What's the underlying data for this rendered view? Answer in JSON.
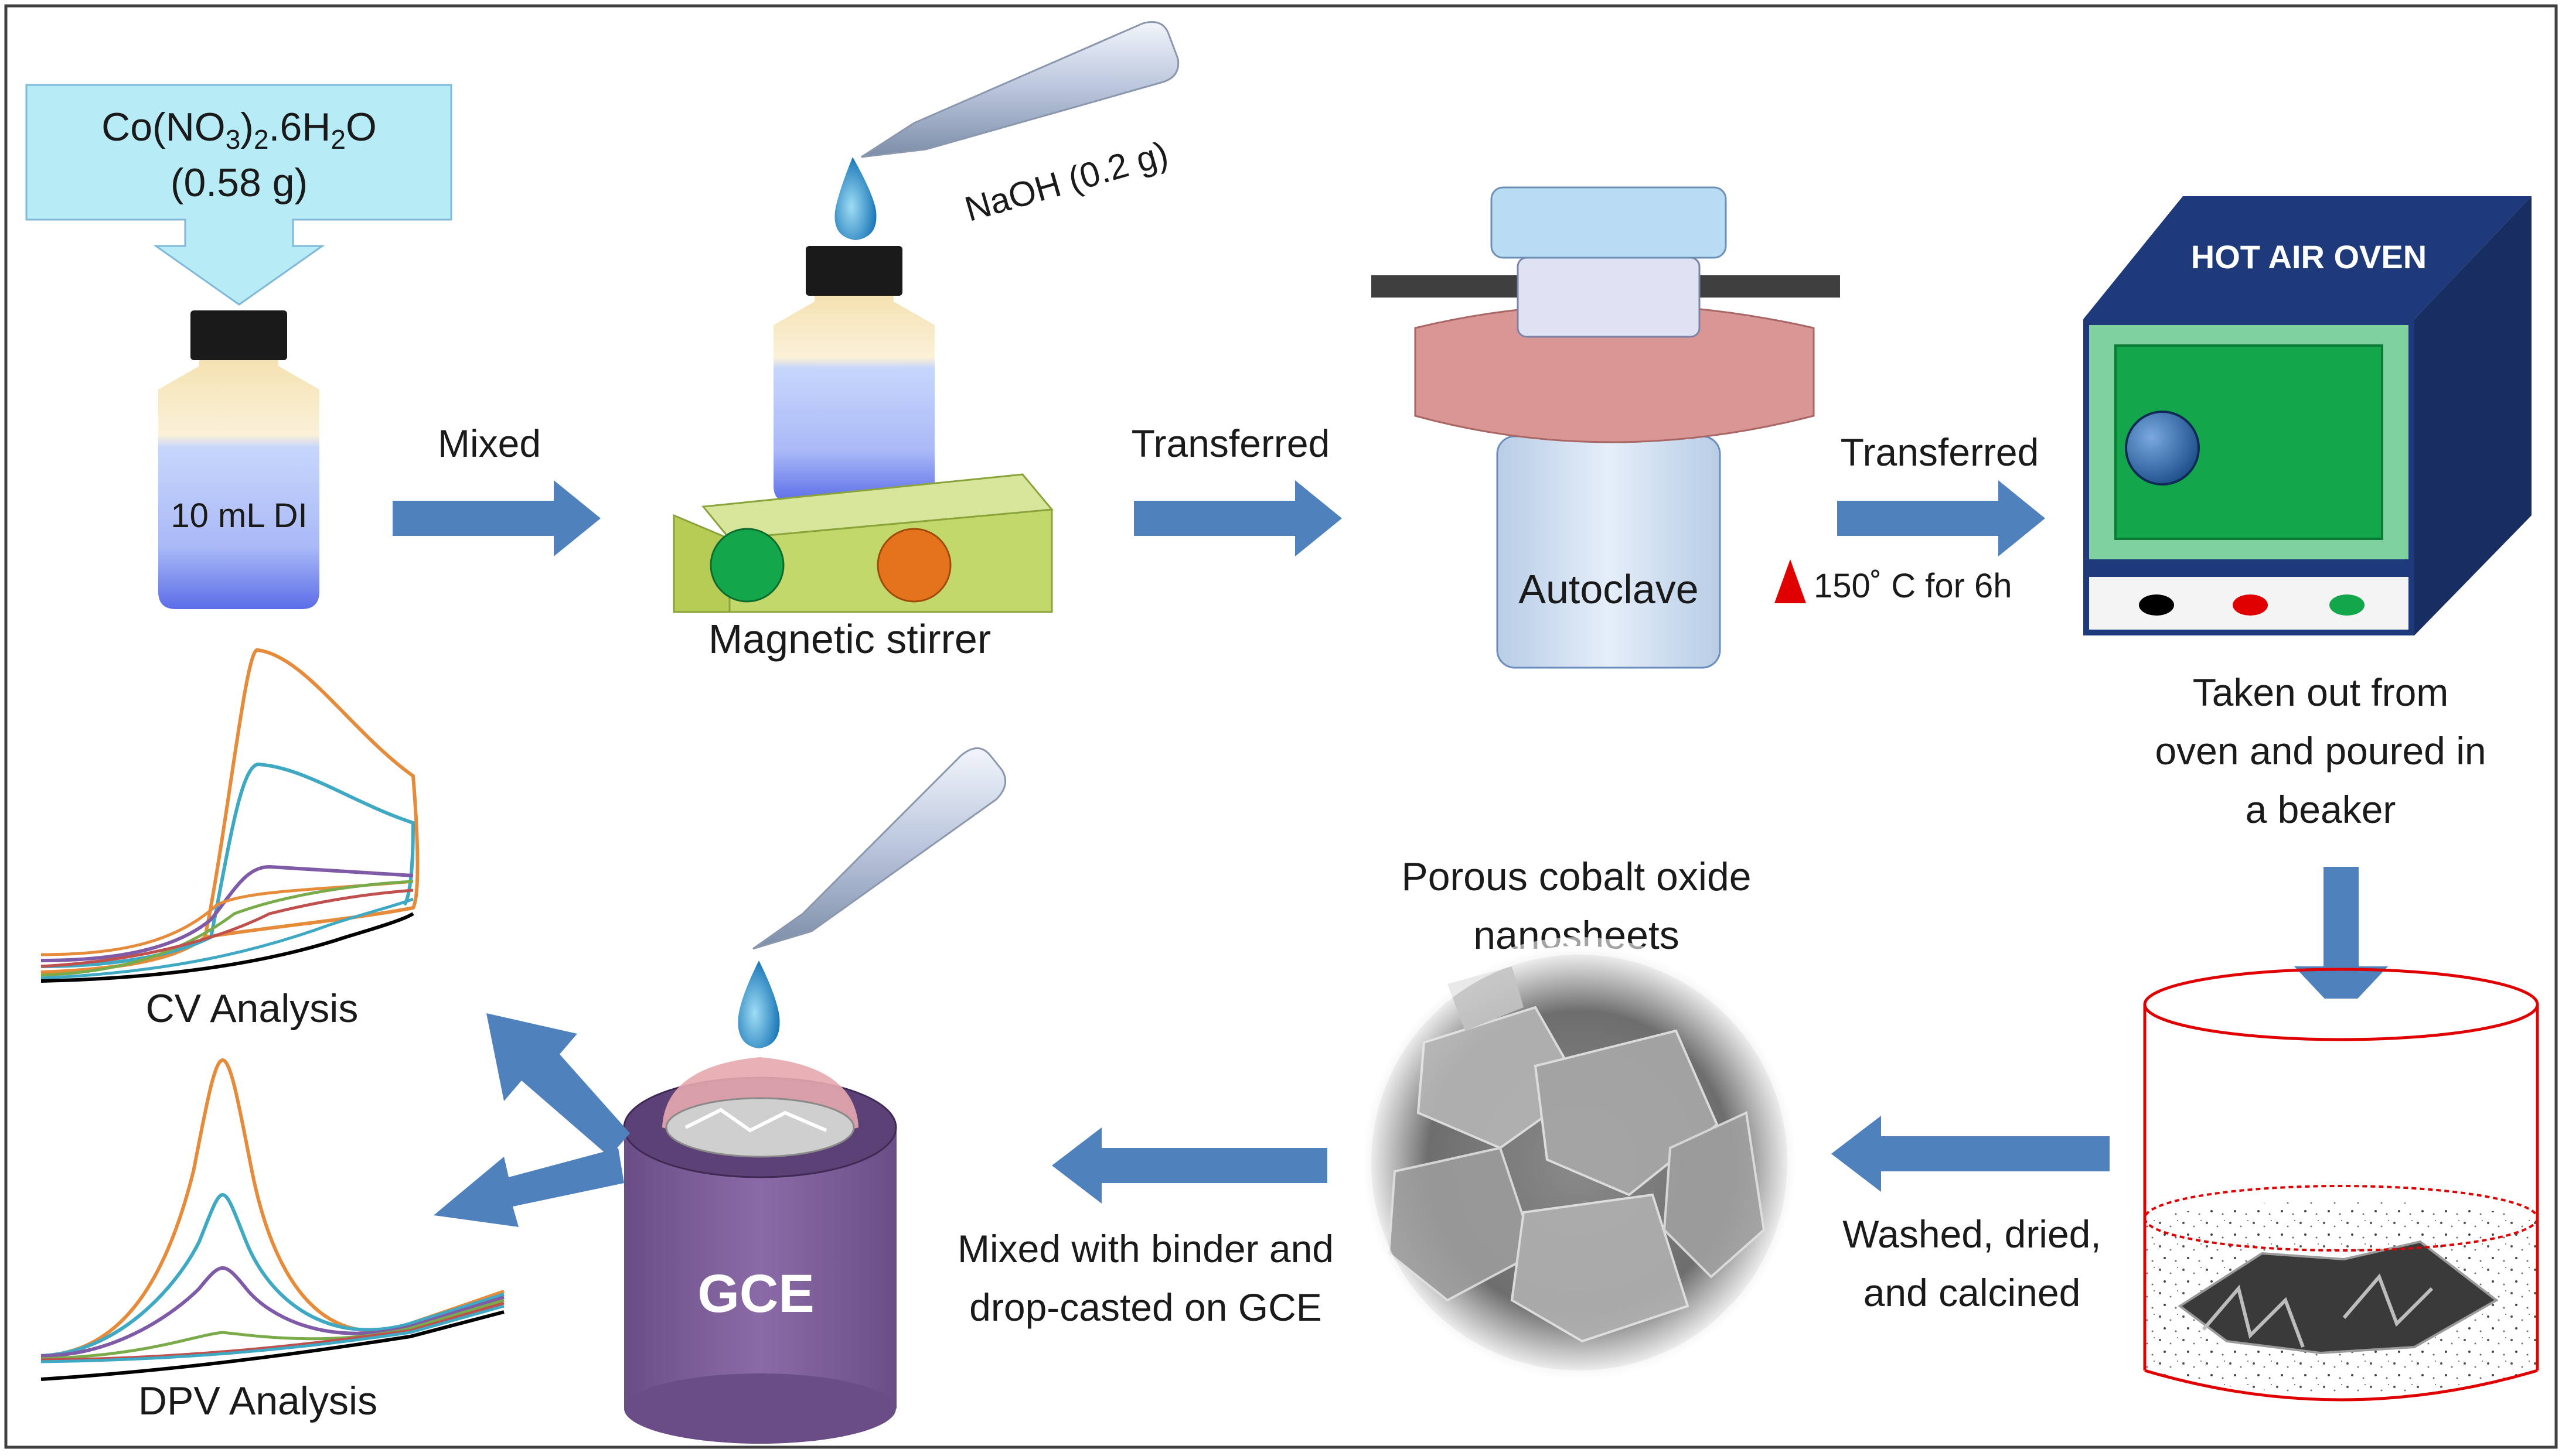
{
  "step1": {
    "chemical_text": "Co(NO",
    "chemical_sub1": "3",
    "chemical_mid": ")",
    "chemical_sub2": "2",
    "chemical_tail": ".6H",
    "chemical_sub3": "2",
    "chemical_end": "O",
    "amount": "(0.58 g)",
    "bottle_label": "10 mL DI"
  },
  "step2": {
    "arrow_label": "Mixed",
    "reagent": "NaOH (0.2 g)",
    "device_label": "Magnetic stirrer"
  },
  "step3": {
    "arrow_label": "Transferred",
    "device_label": "Autoclave"
  },
  "step4": {
    "arrow_label": "Transferred",
    "condition": "150˚ C for 6h",
    "oven_title": "HOT AIR OVEN",
    "after_text_lines": [
      "Taken out from",
      "oven and poured in",
      "a beaker"
    ]
  },
  "step5": {
    "label_lines": [
      "Washed, dried,",
      "and calcined"
    ]
  },
  "step6": {
    "title_lines": [
      "Porous cobalt oxide",
      "nanosheets"
    ],
    "label_lines": [
      "Mixed with binder and",
      "drop-casted on GCE"
    ]
  },
  "step7": {
    "electrode_label": "GCE",
    "cv_label": "CV Analysis",
    "dpv_label": "DPV Analysis"
  },
  "colors": {
    "arrow": "#4f81bd",
    "cyan_box": "#b7ecf7",
    "oven_body": "#1f3a7a",
    "oven_panel": "#13a64a",
    "autoclave_ring": "#d99694",
    "gce_purple": "#7f6196",
    "stirrer": "#c3d86a"
  }
}
